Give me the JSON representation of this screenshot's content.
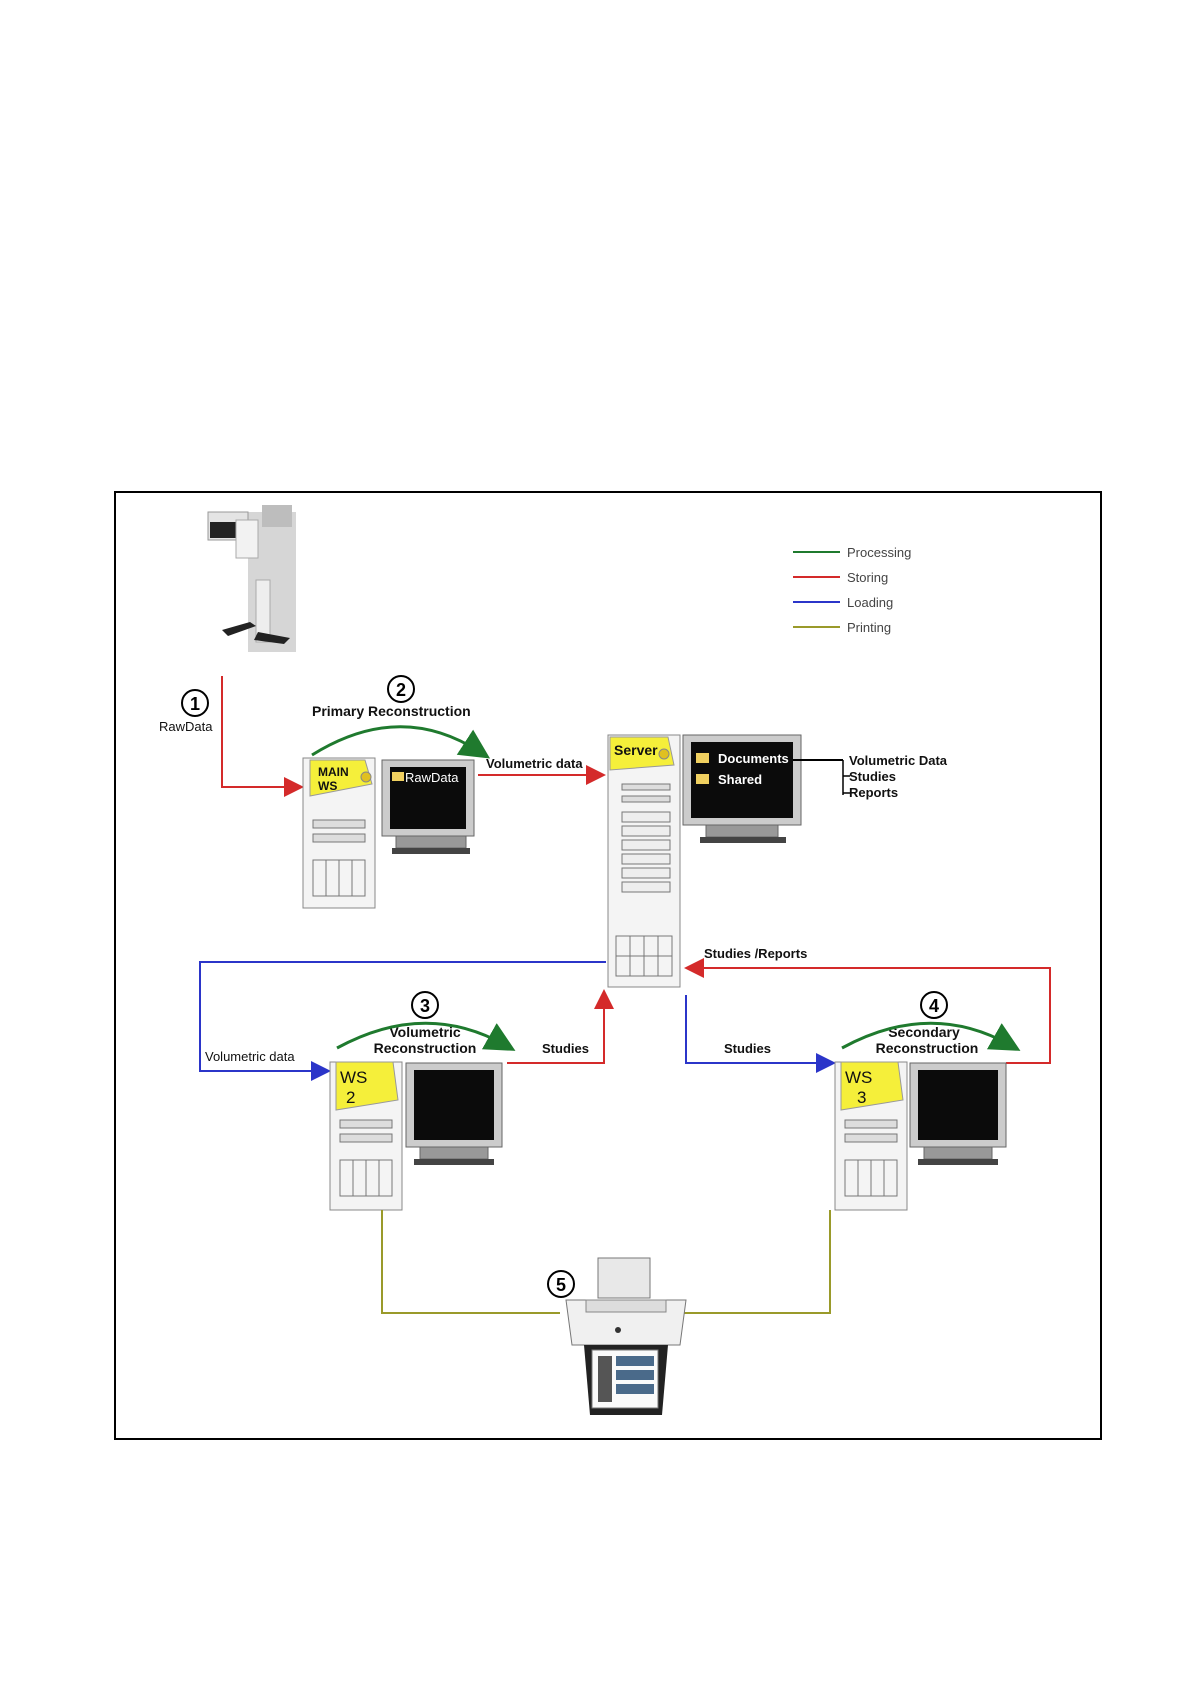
{
  "legend": {
    "items": [
      {
        "label": "Processing",
        "color": "#1f7a2e"
      },
      {
        "label": "Storing",
        "color": "#d42a2a"
      },
      {
        "label": "Loading",
        "color": "#2b35c9"
      },
      {
        "label": "Printing",
        "color": "#9a9a2a"
      }
    ]
  },
  "steps": {
    "s1": "①",
    "s2": "②",
    "s3": "③",
    "s4": "④",
    "s5": "⑤"
  },
  "labels": {
    "rawdata": "RawData",
    "primary_reconstruction": "Primary Reconstruction",
    "volumetric_data_top": "Volumetric data",
    "volumetric_data_left": "Volumetric data",
    "volumetric_recon_1": "Volumetric",
    "volumetric_recon_2": "Reconstruction",
    "secondary_recon_1": "Secondary",
    "secondary_recon_2": "Reconstruction",
    "studies_left": "Studies",
    "studies_right": "Studies",
    "studies_reports": "Studies /Reports"
  },
  "main_ws": {
    "tag_line1": "MAIN",
    "tag_line2": "WS",
    "screen_folder": "RawData"
  },
  "server": {
    "tag": "Server",
    "folders": [
      "Documents",
      "Shared"
    ],
    "contents": [
      "Volumetric Data",
      "Studies",
      "Reports"
    ]
  },
  "ws2": {
    "tag_line1": "WS",
    "tag_line2": "2"
  },
  "ws3": {
    "tag_line1": "WS",
    "tag_line2": "3"
  },
  "colors": {
    "processing": "#1f7a2e",
    "storing": "#d42a2a",
    "loading": "#2b35c9",
    "printing": "#9a9a2a",
    "tag_yellow": "#f5ef3a",
    "screen": "#0b0b0b"
  }
}
